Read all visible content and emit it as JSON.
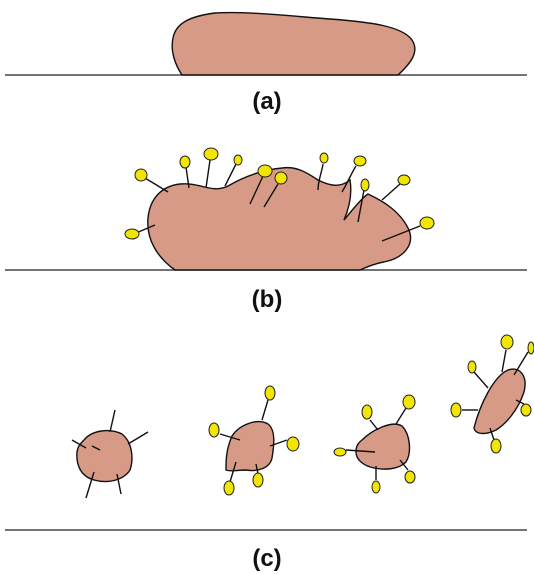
{
  "panels": [
    {
      "label": "(a)"
    },
    {
      "label": "(b)"
    },
    {
      "label": "(c)"
    }
  ],
  "colors": {
    "particle": "#d79a86",
    "head": "#f2e600",
    "line": "#111111"
  }
}
